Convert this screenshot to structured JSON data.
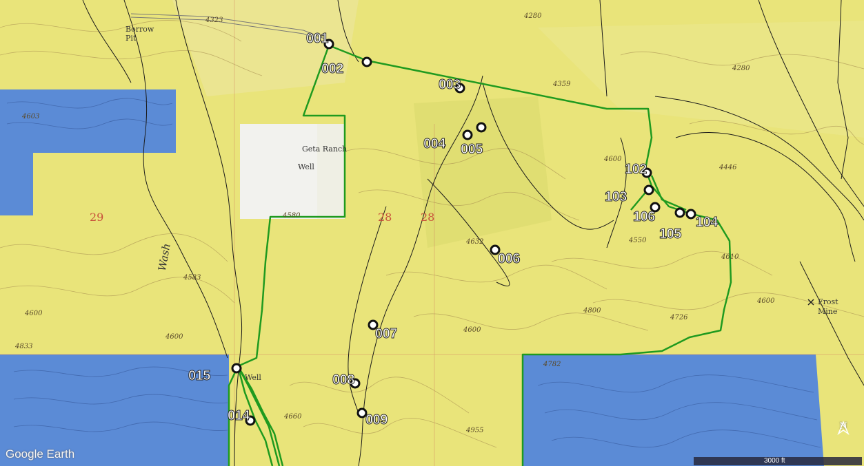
{
  "map": {
    "attribution": "Google Earth",
    "scale_label": "3000 ft",
    "north_label": "N",
    "colors": {
      "private_land": "#e9e47a",
      "state_land": "#5b8bd6",
      "boundary": "#1f9a1f",
      "section_label": "#c8503a"
    },
    "waypoints": [
      "001",
      "002",
      "003",
      "004",
      "005",
      "006",
      "007",
      "008",
      "009",
      "014",
      "015",
      "102",
      "103",
      "104",
      "105",
      "106"
    ],
    "section_numbers": [
      "29",
      "28",
      "28"
    ],
    "features": [
      "Borrow",
      "Pit",
      "Geta Ranch",
      "Well",
      "Well",
      "Frost",
      "Mine",
      "Wash"
    ],
    "elevations": [
      "4323",
      "4280",
      "4280",
      "4359",
      "4603",
      "4446",
      "4600",
      "4580",
      "4583",
      "4600",
      "4632",
      "4550",
      "4610",
      "4600",
      "4726",
      "4600",
      "4833",
      "4782",
      "4660",
      "4955",
      "4600",
      "4800"
    ]
  }
}
